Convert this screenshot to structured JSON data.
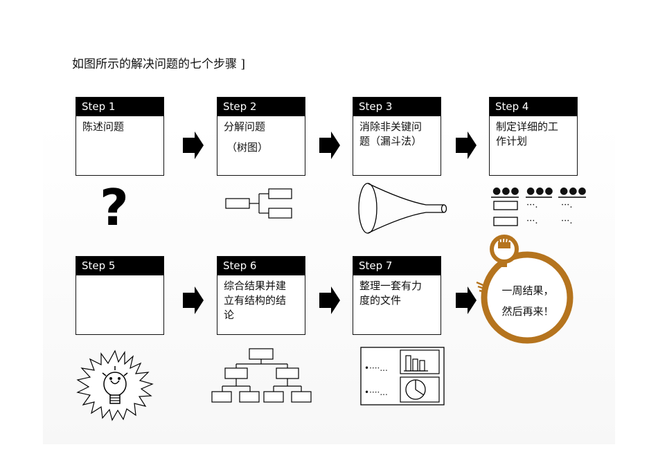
{
  "title": "如图所示的解决问题的七个步骤 ]",
  "steps": [
    {
      "label": "Step 1",
      "line1": "陈述问题",
      "line2": ""
    },
    {
      "label": "Step 2",
      "line1": "分解问题",
      "line2": "（树图）"
    },
    {
      "label": "Step 3",
      "line1": "消除非关键问",
      "line2": "题（漏斗法）"
    },
    {
      "label": "Step 4",
      "line1": "制定详细的工",
      "line2": "作计划"
    },
    {
      "label": "Step 5",
      "line1": "",
      "line2": ""
    },
    {
      "label": "Step 6",
      "line1": "综合结果并建",
      "line2": "立有结构的结",
      "line3": "论"
    },
    {
      "label": "Step 7",
      "line1": "整理一套有力",
      "line2": "度的文件"
    }
  ],
  "plan": {
    "dots_heads": [
      "●●●",
      "●●●",
      "●●●"
    ],
    "row1_col2": "···.",
    "row1_col3": "···.",
    "row2_col2": "···.",
    "row2_col3": "···."
  },
  "docs": {
    "row1": "•····...",
    "row2": "•····..."
  },
  "stopwatch": {
    "line1": "一周结果，",
    "line2": "然后再来！",
    "color": "#b5741e"
  }
}
